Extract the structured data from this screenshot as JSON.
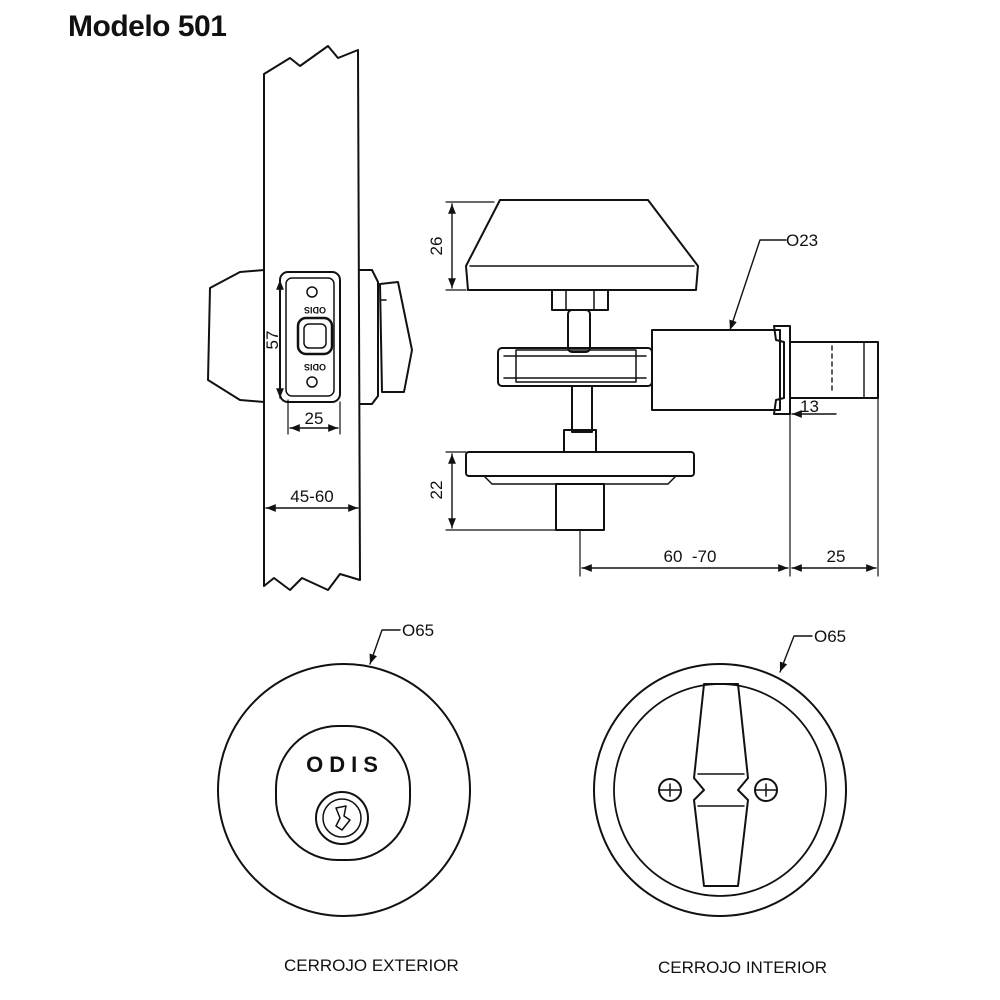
{
  "title": "Modelo 501",
  "side_view": {
    "dim_height": "57",
    "dim_width": "25",
    "dim_door": "45-60",
    "plate_logo_top": "ODIS",
    "plate_logo_bottom": "ODIS"
  },
  "section_view": {
    "dim_knob_top": "26",
    "dim_rose_bottom": "22",
    "dim_bolt_diameter": "O23",
    "dim_bolt_tip": "13",
    "dim_backset": "60  -70",
    "dim_bolt_throw": "25"
  },
  "front_exterior": {
    "dim_diameter": "O65",
    "logo": "ODIS",
    "caption": "CERROJO EXTERIOR"
  },
  "front_interior": {
    "dim_diameter": "O65",
    "caption": "CERROJO INTERIOR"
  }
}
